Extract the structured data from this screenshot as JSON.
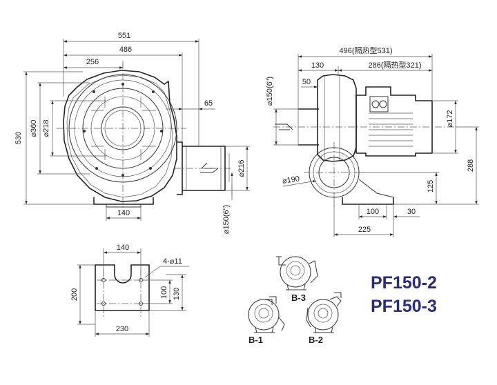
{
  "models": [
    "PF150-2",
    "PF150-3"
  ],
  "front_view": {
    "width_overall": "551",
    "width_outlet": "486",
    "width_center": "256",
    "height_overall": "530",
    "diameter_housing": "⌀360",
    "diameter_inlet": "⌀218",
    "outlet_offset": "65",
    "outlet_flange": "⌀216",
    "outlet_pipe": "⌀150(6\")",
    "base_width": "140"
  },
  "side_view": {
    "length_overall": "496(隔热型531)",
    "length_motor": "286(隔热型321)",
    "length_inlet": "130",
    "inlet_neck": "50",
    "inlet_pipe": "⌀150(6\")",
    "motor_diameter": "⌀172",
    "height_axis": "288",
    "inlet_flange": "⌀190",
    "base_height": "125",
    "base_pitch": "100",
    "base_offset": "30",
    "base_length": "225"
  },
  "base_plate": {
    "width_top": "140",
    "holes": "4-⌀11",
    "height_overall": "200",
    "hole_pitch_v": "100",
    "hole_span_v": "130",
    "width_bottom": "230"
  },
  "orientations": [
    "B-3",
    "B-1",
    "B-2"
  ]
}
